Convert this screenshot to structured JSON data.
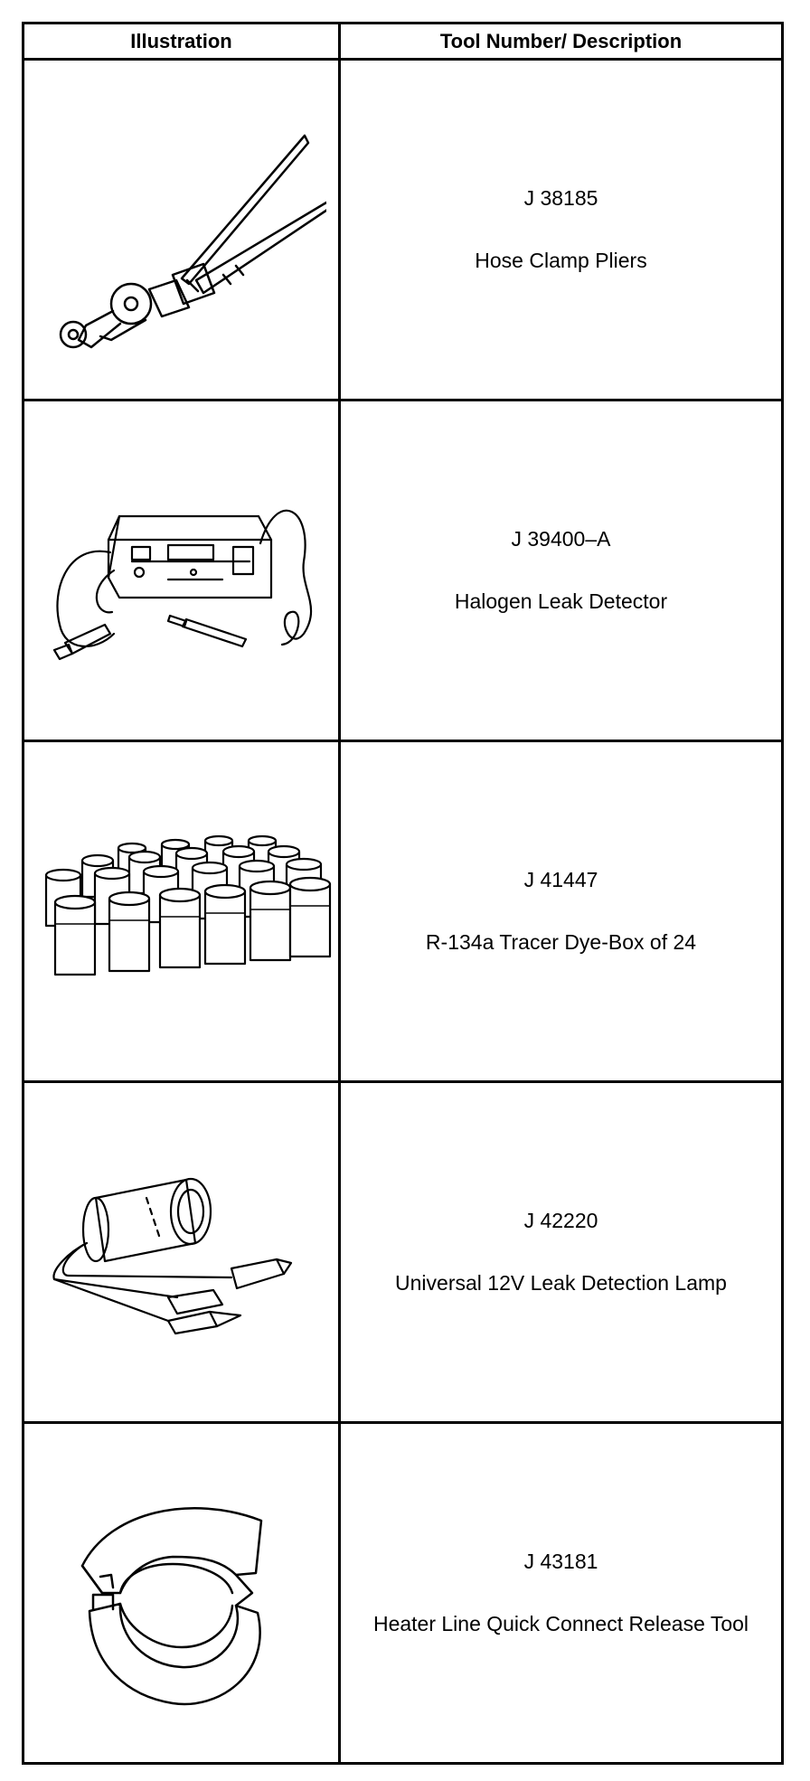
{
  "table": {
    "headers": {
      "illustration": "Illustration",
      "description": "Tool Number/ Description"
    },
    "rows": [
      {
        "number": "J 38185",
        "description": "Hose Clamp Pliers",
        "icon": "hose-clamp-pliers-icon"
      },
      {
        "number": "J 39400–A",
        "description": "Halogen Leak Detector",
        "icon": "halogen-leak-detector-icon"
      },
      {
        "number": "J 41447",
        "description": "R-134a Tracer Dye-Box of 24",
        "icon": "tracer-dye-bottles-icon"
      },
      {
        "number": "J 42220",
        "description": "Universal 12V Leak Detection Lamp",
        "icon": "leak-detection-lamp-icon"
      },
      {
        "number": "J 43181",
        "description": "Heater Line Quick Connect Release Tool",
        "icon": "quick-connect-release-tool-icon"
      }
    ]
  }
}
